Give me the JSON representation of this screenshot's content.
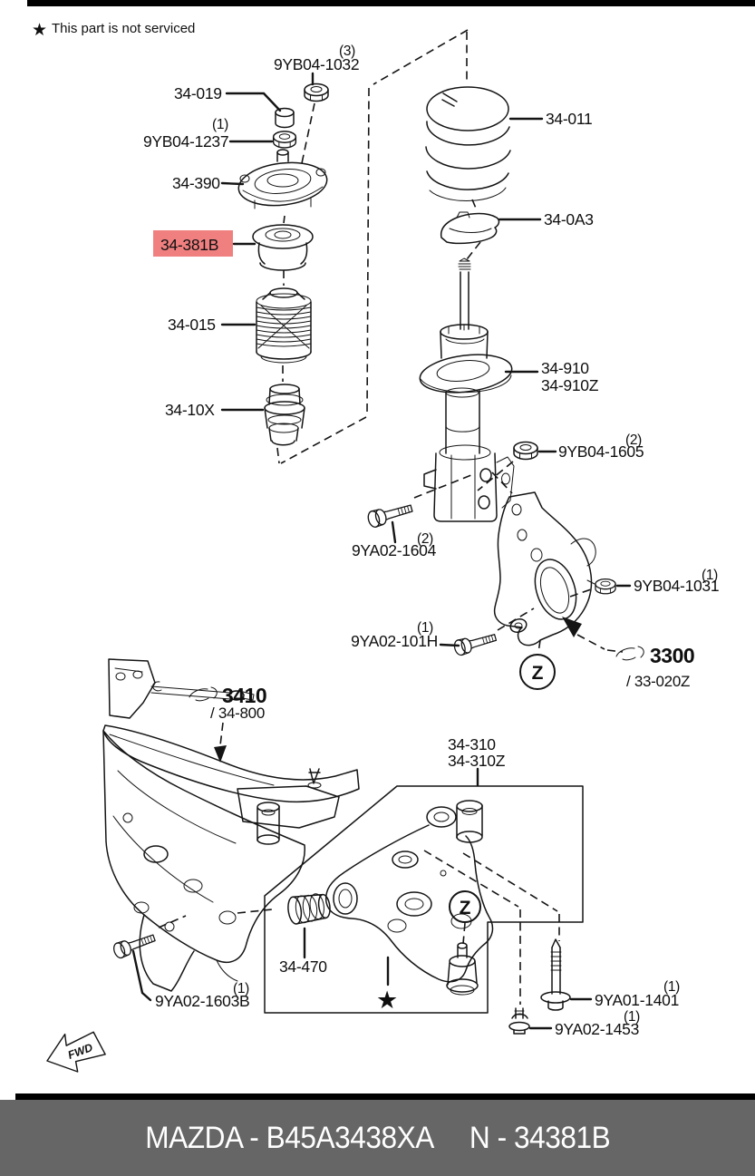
{
  "colors": {
    "highlight": "#f08080",
    "footer_bar": "#666666",
    "ink": "#141414"
  },
  "legend": {
    "star": "★",
    "text": "This part is not serviced"
  },
  "markers": {
    "z": "Z",
    "fwd": "FWD",
    "star": "★"
  },
  "footer": {
    "brand_code": "MAZDA - B45A3438XA",
    "part_code": "N - 34381B"
  },
  "parts": {
    "top_nut": {
      "qty": "(3)",
      "code": "9YB04-1032"
    },
    "cap": {
      "code": "34-019"
    },
    "mount_nut": {
      "qty": "(1)",
      "code": "9YB04-1237"
    },
    "strut_mount": {
      "code": "34-390"
    },
    "bearing": {
      "code": "34-381B",
      "highlighted": true
    },
    "dust_boot": {
      "code": "34-015"
    },
    "bump_stopper": {
      "code": "34-10X"
    },
    "coil_spring": {
      "code": "34-011"
    },
    "spring_seat": {
      "code": "34-0A3"
    },
    "strut": {
      "code": "34-910",
      "code_alt": "34-910Z"
    },
    "strut_nut": {
      "qty": "(2)",
      "code": "9YB04-1605"
    },
    "strut_bolt": {
      "qty": "(2)",
      "code": "9YA02-1604"
    },
    "knuckle_nut": {
      "qty": "(1)",
      "code": "9YB04-1031"
    },
    "knuckle_bolt": {
      "qty": "(1)",
      "code": "9YA02-101H"
    },
    "brake_ref": {
      "code": "3300",
      "code_alt": "/ 33-020Z"
    },
    "crossmember_ref": {
      "code": "3410",
      "code_alt": "/ 34-800"
    },
    "lower_arm": {
      "code": "34-310",
      "code_alt": "34-310Z"
    },
    "arm_bushing": {
      "code": "34-470"
    },
    "crossmember_bolt": {
      "qty": "(1)",
      "code": "9YA02-1603B"
    },
    "arm_rear_bolt": {
      "qty": "(1)",
      "code": "9YA01-1401"
    },
    "arm_front_bolt": {
      "qty": "(1)",
      "code": "9YA02-1453"
    }
  }
}
